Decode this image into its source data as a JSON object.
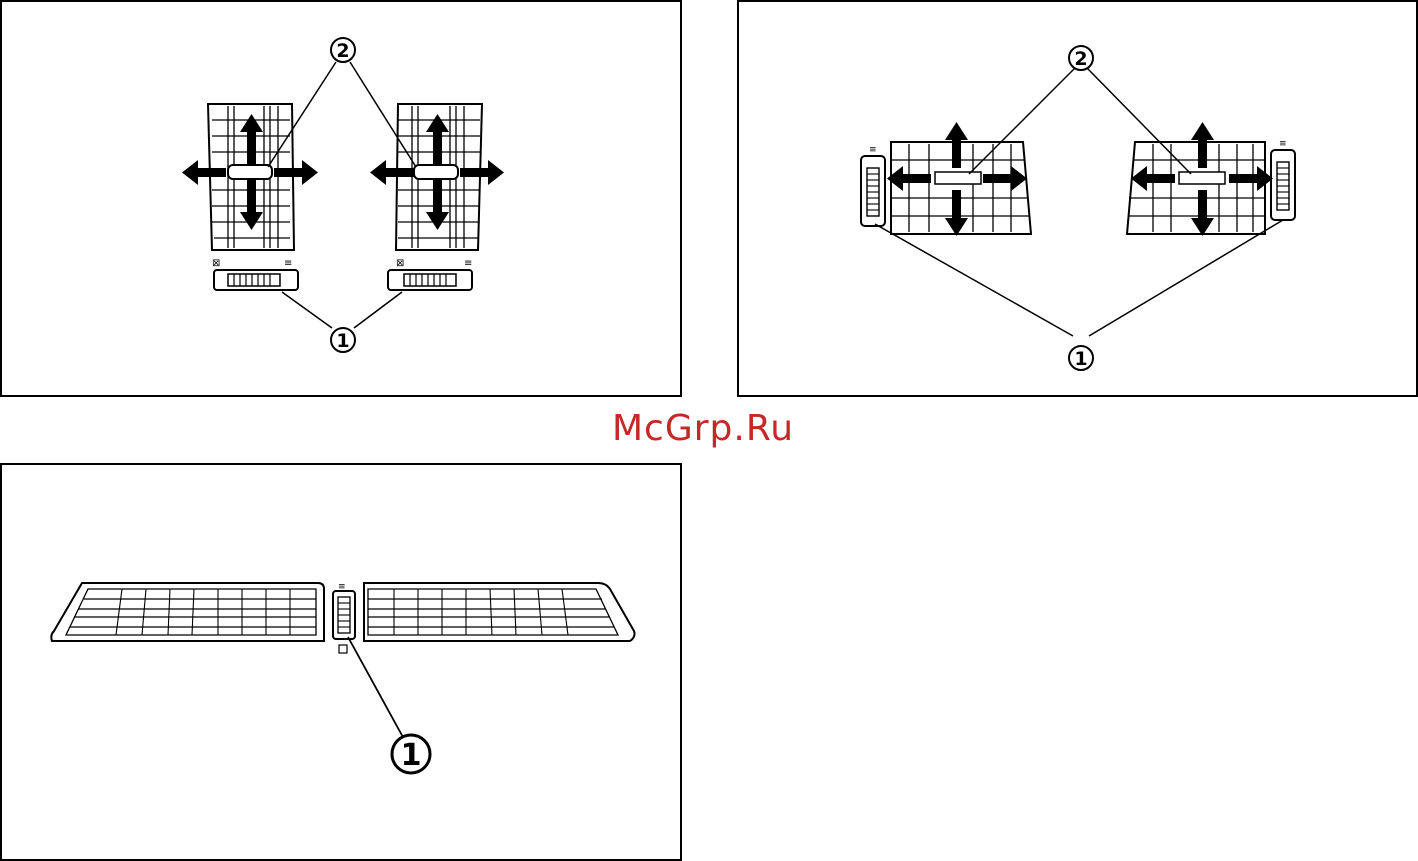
{
  "watermark": {
    "text": "McGrp.Ru",
    "color": "#c62828"
  },
  "callouts": {
    "one": "1",
    "two": "2"
  },
  "colors": {
    "line": "#000000",
    "paper": "#ffffff"
  }
}
